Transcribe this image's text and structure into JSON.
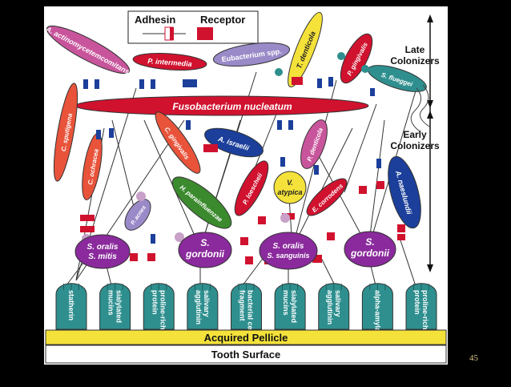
{
  "slide_number": "45",
  "legend": {
    "adhesin": "Adhesin",
    "receptor": "Receptor"
  },
  "labels": {
    "late_colonizers": [
      "Late",
      "Colonizers"
    ],
    "early_colonizers": [
      "Early",
      "Colonizers"
    ],
    "acquired_pellicle": "Acquired Pellicle",
    "tooth_surface": "Tooth Surface"
  },
  "bacteria": {
    "a_actino": "A. actinomycetemcomitans",
    "p_intermedia": "P. intermedia",
    "eubacterium": "Eubacterium spp.",
    "t_denticola": "T. denticola",
    "p_gingivalis_top": "P. gingivalis",
    "s_flueggei": "S. flueggei",
    "fusobacterium": "Fusobacterium nucleatum",
    "c_sputigena": "C. sputigena",
    "c_ochracea": "C. ochracea",
    "c_gingivalis": "C. gingivalis",
    "a_israelii": "A. israelii",
    "p_denticola": "P. denticola",
    "p_loescheii": "P. loescheii",
    "v_atypica": [
      "V.",
      "atypica"
    ],
    "e_corrodens": "E. corrodens",
    "a_naeslundii": "A. naeslundii",
    "h_parainfluenzae": "H. parainfluenzae",
    "p_acnes": "P. acnes",
    "s_oralis_mitis": [
      "S. oralis",
      "S. mitis"
    ],
    "s_gordonii_1": [
      "S.",
      "gordonii"
    ],
    "s_oralis_sanguinis": [
      "S. oralis",
      "S. sanguinis"
    ],
    "s_gordonii_2": [
      "S.",
      "gordonii"
    ]
  },
  "receptors": [
    [
      "statherin"
    ],
    [
      "sialylated",
      "mucins"
    ],
    [
      "proline-rich",
      "protein"
    ],
    [
      "salivary",
      "agglutinin"
    ],
    [
      "bacterial cell",
      "fragment"
    ],
    [
      "sialylated",
      "mucins"
    ],
    [
      "salivary",
      "agglutinin"
    ],
    [
      "alpha-amylase"
    ],
    [
      "proline-rich",
      "protein"
    ]
  ],
  "colors": {
    "red": "#d0122f",
    "purple": "#8a2a9c",
    "green": "#3b8a2e",
    "teal": "#2f8f8f",
    "yellow": "#f4e23a",
    "blue": "#1b3f9a",
    "pink": "#c8559c",
    "lavender": "#9a8ac8"
  }
}
